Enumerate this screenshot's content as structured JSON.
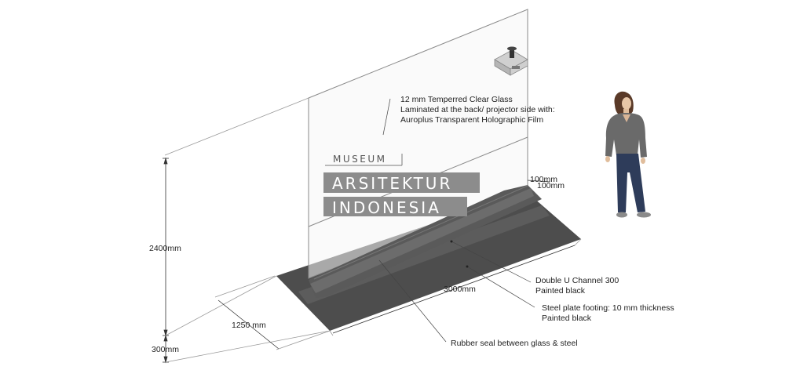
{
  "callouts": {
    "glass": [
      "12 mm Temperred Clear Glass",
      "Laminated at the back/ projector side with:",
      "Auroplus Transparent Holographic Film"
    ],
    "channel": [
      "Double U Channel 300",
      "Painted black"
    ],
    "plate": [
      "Steel plate footing: 10 mm thickness",
      "Painted black"
    ],
    "seal": "Rubber seal between glass & steel"
  },
  "dimensions": {
    "height_total": "2400mm",
    "height_base": "300mm",
    "depth": "1250 mm",
    "length": "3000mm",
    "channel_a": "100mm",
    "channel_b": "100mm"
  },
  "logo": {
    "line1": "MUSEUM",
    "line2": "ARSITEKTUR",
    "line3": "INDONESIA"
  },
  "colors": {
    "plate": "#4d4d4d",
    "channel": "#5a5a5a",
    "glass_edge": "#8a8a8a",
    "logo_box": "#8c8c8c"
  }
}
